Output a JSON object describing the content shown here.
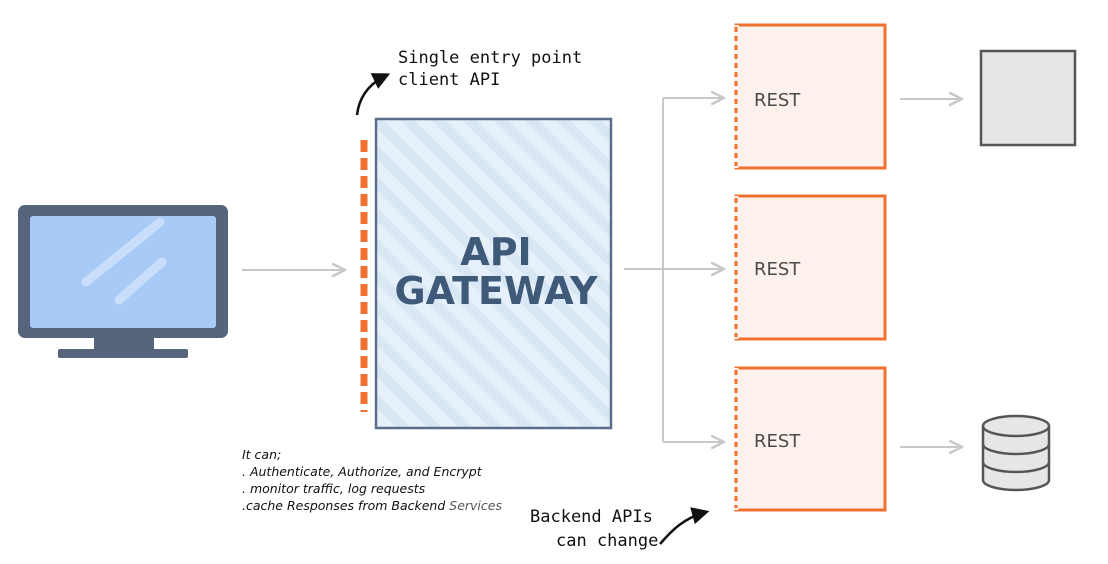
{
  "gateway": {
    "title_line1": "API",
    "title_line2": "GATEWAY"
  },
  "services": [
    {
      "label": "REST"
    },
    {
      "label": "REST"
    },
    {
      "label": "REST"
    }
  ],
  "annotations": {
    "entry_line1": "Single entry point",
    "entry_line2": "client API",
    "backend_line1": "Backend APIs",
    "backend_line2": "can change"
  },
  "notes": {
    "line1": "It can;",
    "line2": ". Authenticate, Authorize, and Encrypt",
    "line3": ". monitor traffic, log requests",
    "line4_a": ".cache Responses from Backend ",
    "line4_b": "Services"
  },
  "icons": {
    "client": "monitor-icon",
    "target_top": "box-icon",
    "target_bottom": "database-icon"
  },
  "colors": {
    "accent_orange": "#f07030",
    "gateway_border": "#5d6e8a",
    "gateway_fill": "#e6f0fa",
    "rest_fill": "#fdf1ec",
    "arrow_gray": "#c8c8c8",
    "monitor_frame": "#56647c",
    "monitor_screen": "#a7cbf6"
  }
}
